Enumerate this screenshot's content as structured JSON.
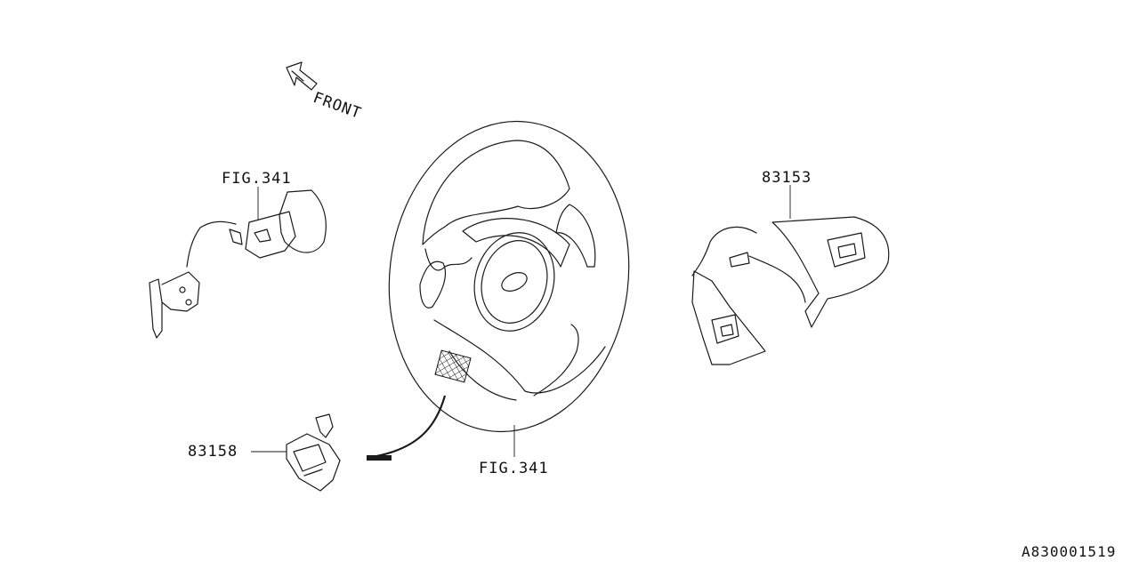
{
  "labels": {
    "front": "FRONT",
    "fig_top_left": "FIG.341",
    "fig_bottom": "FIG.341",
    "part_right": "83153",
    "part_bottom_left": "83158",
    "diagram_code": "A830001519"
  }
}
